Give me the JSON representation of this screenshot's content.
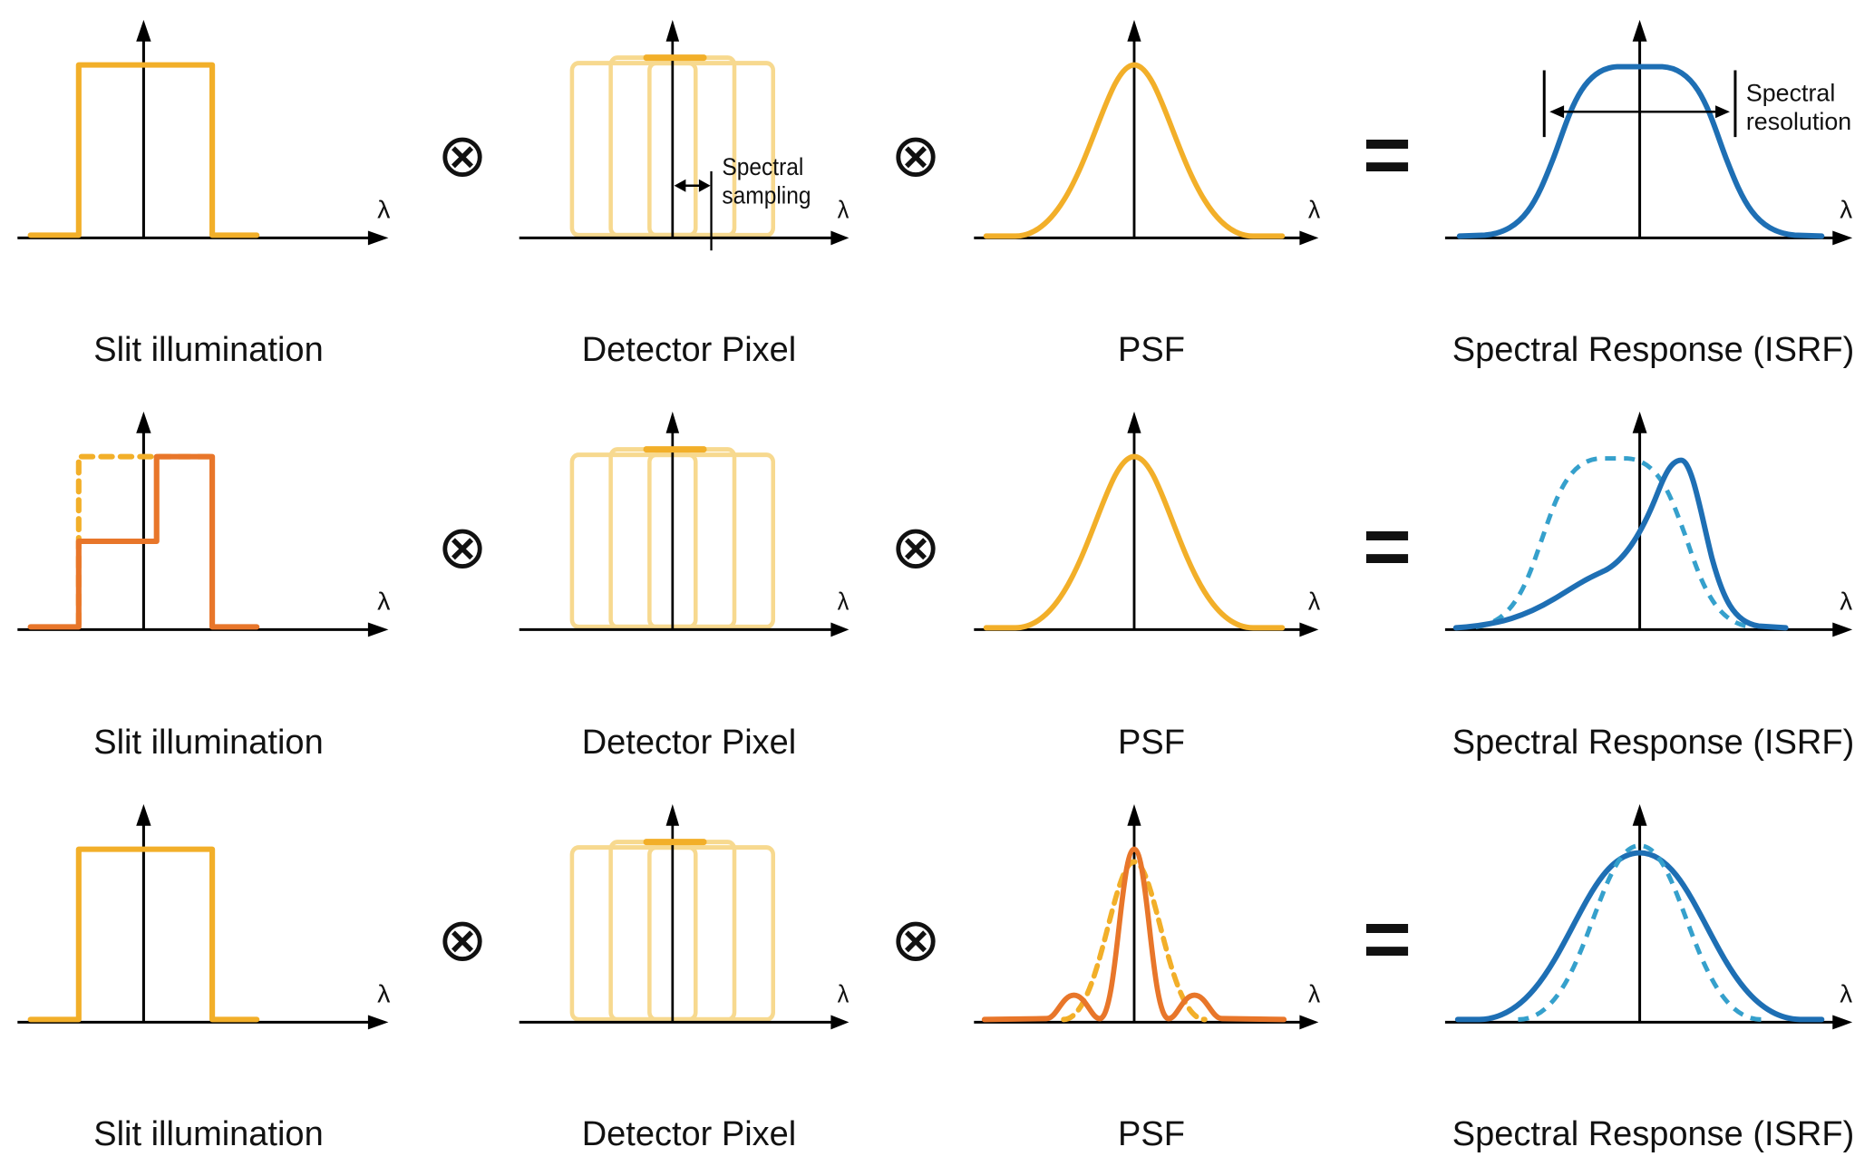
{
  "figure": {
    "type": "diagram",
    "description": "Instrument spectral response function (ISRF) built as the convolution of slit illumination, detector pixel and PSF, shown for three cases"
  },
  "operators": {
    "convolution": "⊗",
    "equals": "="
  },
  "axis": {
    "x_label": "λ"
  },
  "colors": {
    "yellow": "#F2AF29",
    "light_yellow": "#F7D98F",
    "orange": "#E8762A",
    "blue": "#1E6FB4",
    "teal_dashed": "#35A0CC",
    "ink": "#111111"
  },
  "annotations": {
    "sampling": {
      "line1": "Spectral",
      "line2": "sampling"
    },
    "resolution": {
      "line1": "Spectral",
      "line2": "resolution"
    }
  },
  "rows": [
    {
      "cells": [
        {
          "label": "Slit illumination",
          "plot": "uniform top-hat (solid yellow)"
        },
        {
          "label": "Detector Pixel",
          "plot": "three overlapping pixel top-hats (light yellow), center top highlighted",
          "annotation": "Spectral sampling"
        },
        {
          "label": "PSF",
          "plot": "gaussian (solid yellow)"
        },
        {
          "label": "Spectral Response (ISRF)",
          "plot": "smooth flat-top (solid blue)",
          "annotation": "Spectral resolution"
        }
      ]
    },
    {
      "cells": [
        {
          "label": "Slit illumination",
          "plot": "non-uniform stepped illumination (solid orange) with dashed yellow uniform reference"
        },
        {
          "label": "Detector Pixel",
          "plot": "three overlapping pixel top-hats (light yellow), center top highlighted"
        },
        {
          "label": "PSF",
          "plot": "gaussian (solid yellow)"
        },
        {
          "label": "Spectral Response (ISRF)",
          "plot": "skewed asymmetric response (solid blue) with dashed teal nominal flat-top"
        }
      ]
    },
    {
      "cells": [
        {
          "label": "Slit illumination",
          "plot": "uniform top-hat (solid yellow)"
        },
        {
          "label": "Detector Pixel",
          "plot": "three overlapping pixel top-hats (light yellow), center top highlighted"
        },
        {
          "label": "PSF",
          "plot": "sinc-like lobed PSF (solid orange) with dashed yellow gaussian reference"
        },
        {
          "label": "Spectral Response (ISRF)",
          "plot": "broadened gaussian (solid blue) with dashed teal narrower nominal"
        }
      ]
    }
  ]
}
